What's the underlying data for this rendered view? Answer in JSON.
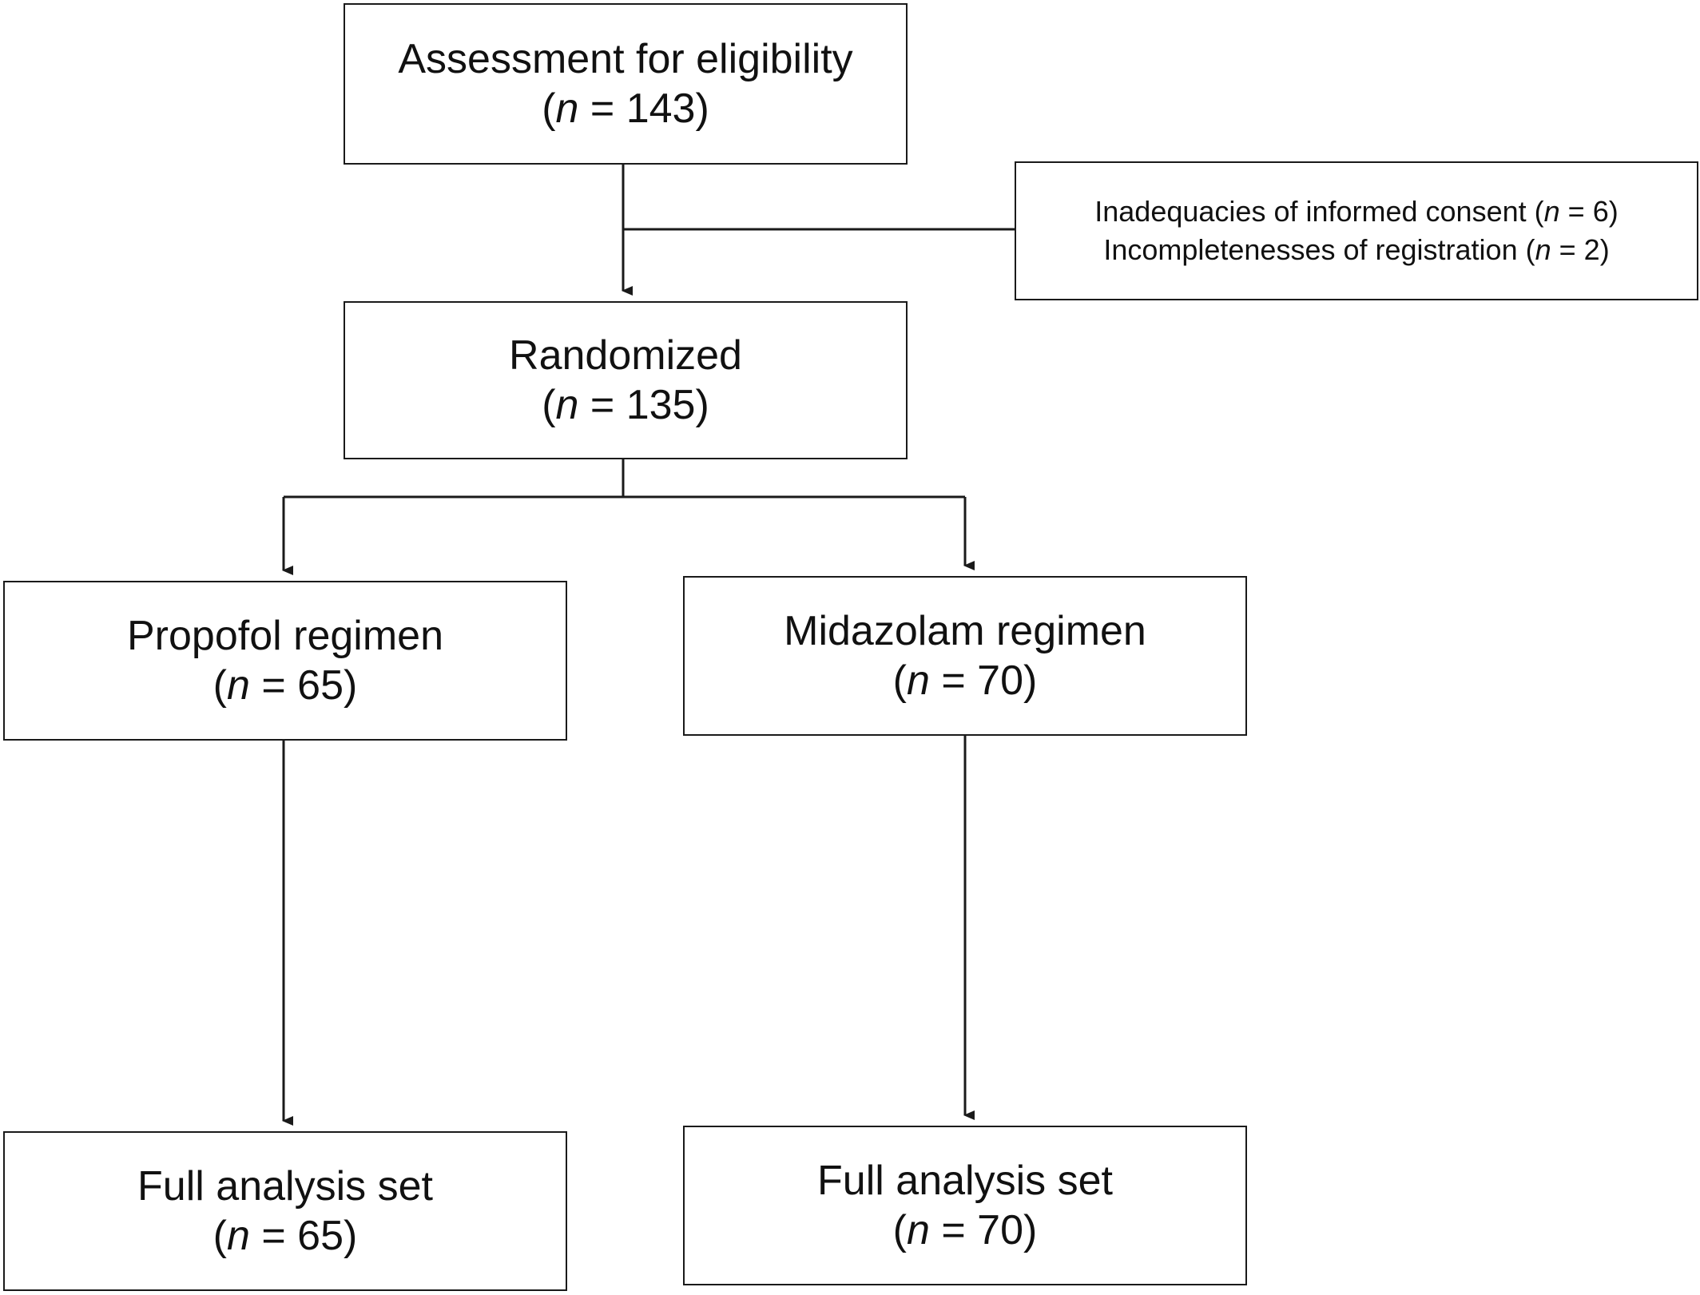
{
  "nodes": {
    "assessment": {
      "title": "Assessment for eligibility",
      "n_label": "n",
      "n_value": "143"
    },
    "excluded": {
      "lines": [
        {
          "text": "Inadequacies of informed consent",
          "n_label": "n",
          "n_value": "6"
        },
        {
          "text": "Incompletenesses of registration",
          "n_label": "n",
          "n_value": "2"
        }
      ]
    },
    "randomized": {
      "title": "Randomized",
      "n_label": "n",
      "n_value": "135"
    },
    "propofol": {
      "title": "Propofol regimen",
      "n_label": "n",
      "n_value": "65"
    },
    "midazolam": {
      "title": "Midazolam regimen",
      "n_label": "n",
      "n_value": "70"
    },
    "fas_propofol": {
      "title": "Full analysis set",
      "n_label": "n",
      "n_value": "65"
    },
    "fas_midazolam": {
      "title": "Full analysis set",
      "n_label": "n",
      "n_value": "70"
    }
  },
  "edges": [
    {
      "from": "assessment",
      "to": "randomized"
    },
    {
      "from": "assessment",
      "to": "excluded"
    },
    {
      "from": "randomized",
      "to": "propofol"
    },
    {
      "from": "randomized",
      "to": "midazolam"
    },
    {
      "from": "propofol",
      "to": "fas_propofol"
    },
    {
      "from": "midazolam",
      "to": "fas_midazolam"
    }
  ],
  "colors": {
    "line": "#1a1a1a",
    "background": "#ffffff"
  }
}
